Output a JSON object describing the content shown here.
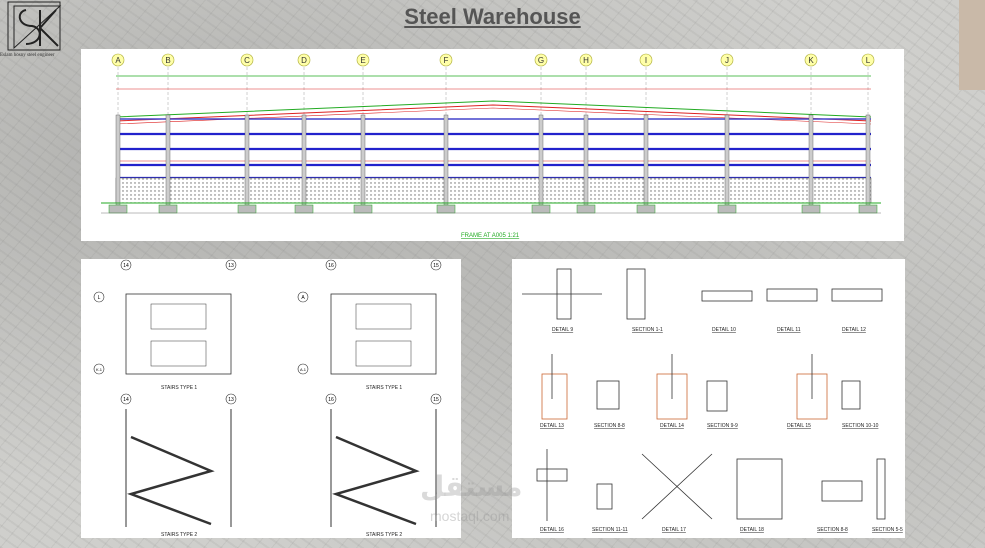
{
  "page": {
    "title": "Steel Warehouse",
    "logo_text": "Eslam hosny steel engineer",
    "watermark": "مستقل",
    "watermark_sub": "mostaql.com"
  },
  "elevation": {
    "grid_labels": [
      "A",
      "B",
      "C",
      "D",
      "E",
      "F",
      "G",
      "H",
      "I",
      "J",
      "K",
      "L"
    ],
    "caption": "FRAME AT A005 1:21"
  },
  "stairs": {
    "top_grid": [
      "14",
      "13",
      "16",
      "15"
    ],
    "side_labels": [
      "L",
      "K.1",
      "A",
      "A.1"
    ],
    "captions": [
      "STAIRS TYPE 1",
      "STAIRS TYPE 2"
    ]
  },
  "details": {
    "row1": [
      "DETAIL 9",
      "SECTION 1-1",
      "DETAIL 10",
      "DETAIL 11",
      "DETAIL 12"
    ],
    "row2": [
      "DETAIL 13",
      "SECTION 8-8",
      "DETAIL 14",
      "SECTION 9-9",
      "DETAIL 15",
      "SECTION 10-10"
    ],
    "row3": [
      "DETAIL 16",
      "SECTION 11-11",
      "DETAIL 17",
      "DETAIL 18",
      "SECTION 8-8",
      "SECTION 5-5"
    ]
  }
}
